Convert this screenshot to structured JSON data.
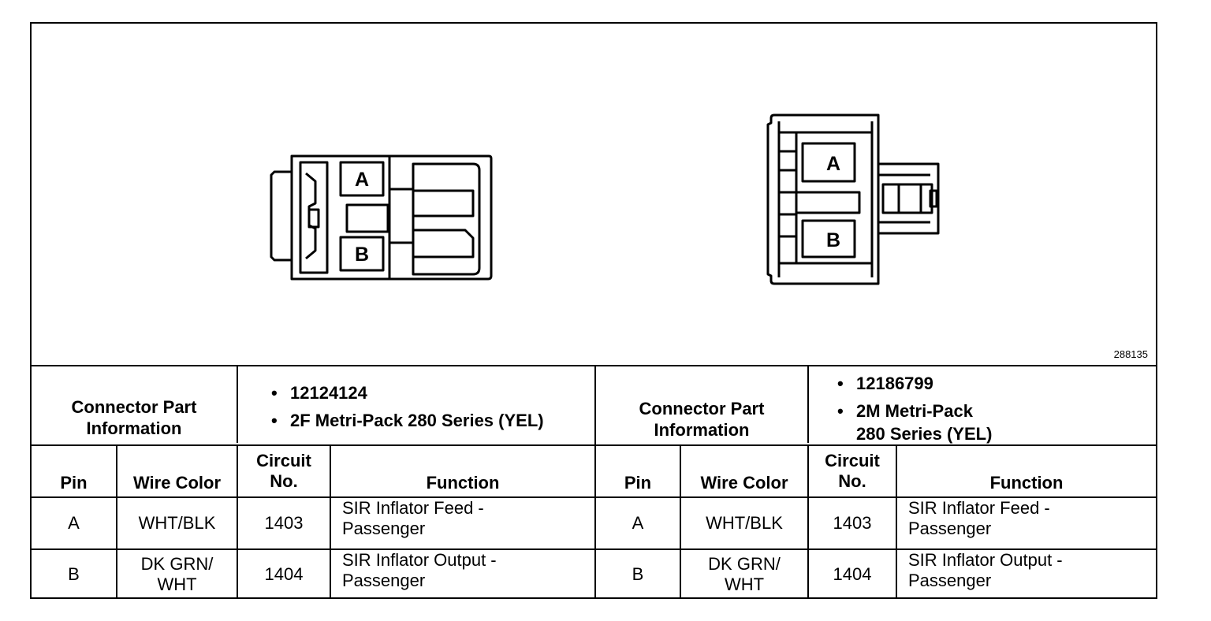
{
  "figure_id": "288135",
  "connector_left": {
    "pin_labels": [
      "A",
      "B"
    ],
    "info_label_line1": "Connector Part",
    "info_label_line2": "Information",
    "part_number": "12124124",
    "part_description": "2F Metri-Pack 280 Series (YEL)",
    "headers": {
      "pin": "Pin",
      "wire_color": "Wire Color",
      "circuit_line1": "Circuit",
      "circuit_line2": "No.",
      "function": "Function"
    },
    "rows": [
      {
        "pin": "A",
        "wire_color_line1": "WHT/BLK",
        "wire_color_line2": "",
        "circuit": "1403",
        "function_line1": "SIR Inflator Feed -",
        "function_line2": "Passenger"
      },
      {
        "pin": "B",
        "wire_color_line1": "DK GRN/",
        "wire_color_line2": "WHT",
        "circuit": "1404",
        "function_line1": "SIR Inflator Output -",
        "function_line2": "Passenger"
      }
    ]
  },
  "connector_right": {
    "pin_labels": [
      "A",
      "B"
    ],
    "info_label_line1": "Connector Part",
    "info_label_line2": "Information",
    "part_number": "12186799",
    "part_description_line1": "2M Metri-Pack",
    "part_description_line2": "280 Series (YEL)",
    "headers": {
      "pin": "Pin",
      "wire_color": "Wire Color",
      "circuit_line1": "Circuit",
      "circuit_line2": "No.",
      "function": "Function"
    },
    "rows": [
      {
        "pin": "A",
        "wire_color_line1": "WHT/BLK",
        "wire_color_line2": "",
        "circuit": "1403",
        "function_line1": "SIR Inflator Feed -",
        "function_line2": "Passenger"
      },
      {
        "pin": "B",
        "wire_color_line1": "DK GRN/",
        "wire_color_line2": "WHT",
        "circuit": "1404",
        "function_line1": "SIR Inflator Output -",
        "function_line2": "Passenger"
      }
    ]
  }
}
